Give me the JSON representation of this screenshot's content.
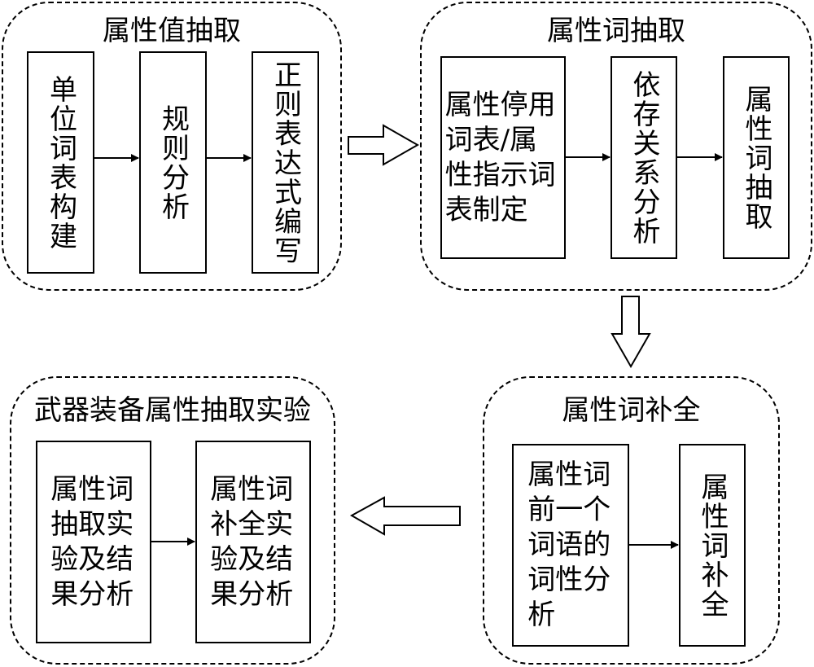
{
  "groups": {
    "value_extraction": {
      "title": "属性值抽取",
      "steps": [
        "单位词表构建",
        "规则分析",
        "正则表达式编写"
      ]
    },
    "word_extraction": {
      "title": "属性词抽取",
      "steps": [
        "属性停用词表/属性指示词表制定",
        "依存关系分析",
        "属性词抽取"
      ]
    },
    "word_completion": {
      "title": "属性词补全",
      "steps": [
        "属性词前一个词语的词性分析",
        "属性词补全"
      ]
    },
    "experiment": {
      "title": "武器装备属性抽取实验",
      "steps": [
        "属性词抽取实验及结果分析",
        "属性词补全实验及结果分析"
      ]
    }
  },
  "flow": [
    {
      "from": "属性值抽取",
      "to": "属性词抽取",
      "direction": "right"
    },
    {
      "from": "属性词抽取",
      "to": "属性词补全",
      "direction": "down"
    },
    {
      "from": "属性词补全",
      "to": "武器装备属性抽取实验",
      "direction": "left"
    }
  ]
}
